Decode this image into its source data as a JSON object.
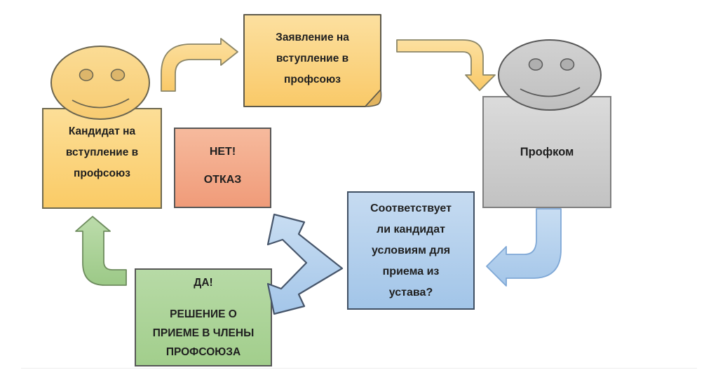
{
  "nodes": {
    "candidate": {
      "lines": [
        "Кандидат на",
        "вступление в",
        "профсоюз"
      ]
    },
    "application": {
      "lines": [
        "Заявление на",
        "вступление в",
        "профсоюз"
      ]
    },
    "committee": {
      "label": "Профком"
    },
    "question": {
      "lines": [
        "Соответствует",
        "ли кандидат",
        "условиям для",
        "приема из",
        "устава?"
      ]
    },
    "refusal": {
      "lines": [
        "НЕТ!",
        "ОТКАЗ"
      ]
    },
    "acceptance": {
      "lines": [
        "ДА!",
        "РЕШЕНИЕ О",
        "ПРИЕМЕ В ЧЛЕНЫ",
        "ПРОФСОЮЗА"
      ]
    }
  },
  "colors": {
    "orange_light": "#FCE0A0",
    "orange_dark": "#F9C968",
    "orange_border": "#6E6950",
    "salmon_light": "#F6BA9D",
    "salmon_dark": "#F09B79",
    "green_light": "#B7DAA6",
    "green_dark": "#A2CE8C",
    "blue_light": "#C6DBF1",
    "blue_dark": "#A2C5E8",
    "gray_light": "#DBDBDB",
    "gray_dark": "#C2C2C2",
    "text": "#1F1F1F"
  }
}
